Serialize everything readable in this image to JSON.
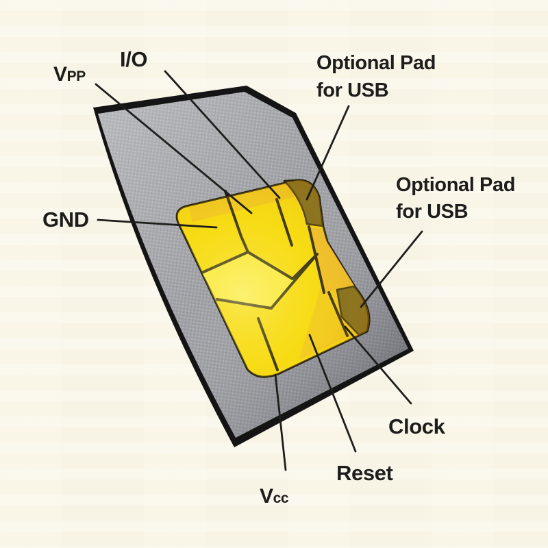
{
  "diagram": {
    "labels": {
      "vpp": {
        "main": "V",
        "sub": "PP"
      },
      "io": "I/O",
      "gnd": "GND",
      "usb_top": {
        "line1": "Optional Pad",
        "line2": "for USB"
      },
      "usb_side": {
        "line1": "Optional Pad",
        "line2": "for USB"
      },
      "clock": "Clock",
      "reset": "Reset",
      "vcc": {
        "main": "V",
        "sub": "cc"
      }
    },
    "colors": {
      "background": "#f8f4e5",
      "card_gray": "#9c9da2",
      "card_texture_light": "#b5b6ba",
      "card_texture_dark": "#8e8f94",
      "card_edge": "#141414",
      "pad_yellow": "#f5d90a",
      "pad_yellow_bright": "#f9ea40",
      "pad_gold": "#edbb28",
      "pad_dark_olive": "#6a5a1c",
      "ink": "#1d1d1b"
    }
  }
}
